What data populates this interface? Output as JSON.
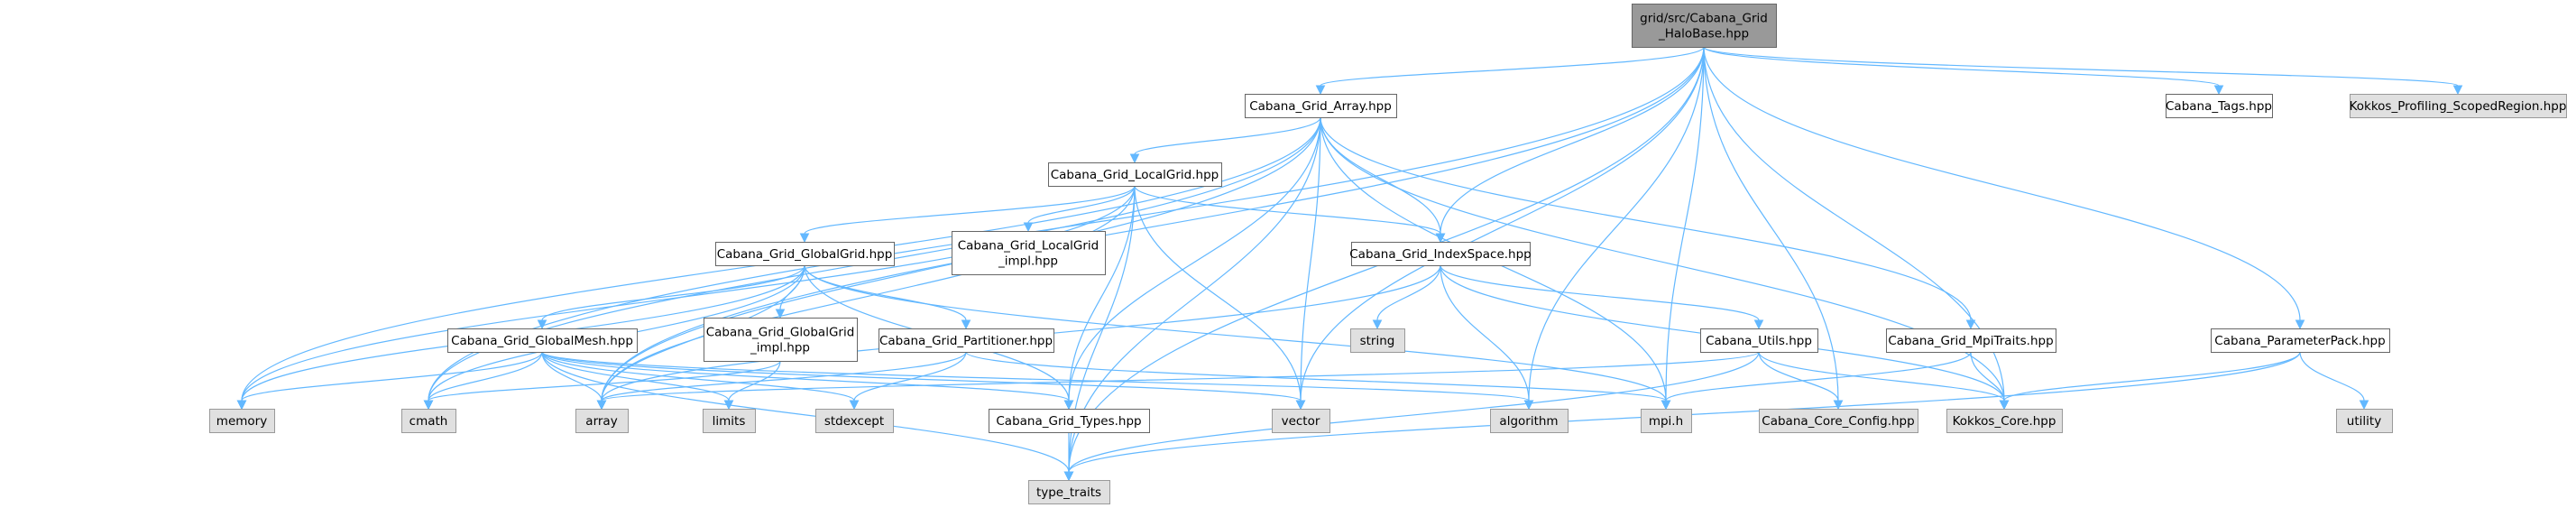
{
  "graph": {
    "colors": {
      "edge": "#63b8ff",
      "root_fill": "#999999",
      "file_fill": "#ffffff",
      "system_fill": "#e0e0e0",
      "border": "#666666",
      "system_border": "#999999"
    },
    "nodes": [
      {
        "id": "root",
        "lines": [
          "grid/src/Cabana_Grid",
          "_HaloBase.hpp"
        ],
        "style": "root"
      },
      {
        "id": "array_hpp",
        "lines": [
          "Cabana_Grid_Array.hpp"
        ],
        "style": "file"
      },
      {
        "id": "tags",
        "lines": [
          "Cabana_Tags.hpp"
        ],
        "style": "file"
      },
      {
        "id": "kokkos_prof",
        "lines": [
          "Kokkos_Profiling_ScopedRegion.hpp"
        ],
        "style": "system"
      },
      {
        "id": "localgrid",
        "lines": [
          "Cabana_Grid_LocalGrid.hpp"
        ],
        "style": "file"
      },
      {
        "id": "globalgrid",
        "lines": [
          "Cabana_Grid_GlobalGrid.hpp"
        ],
        "style": "file"
      },
      {
        "id": "localgrid_impl",
        "lines": [
          "Cabana_Grid_LocalGrid",
          "_impl.hpp"
        ],
        "style": "file"
      },
      {
        "id": "indexspace",
        "lines": [
          "Cabana_Grid_IndexSpace.hpp"
        ],
        "style": "file"
      },
      {
        "id": "globalmesh",
        "lines": [
          "Cabana_Grid_GlobalMesh.hpp"
        ],
        "style": "file"
      },
      {
        "id": "globalgrid_impl",
        "lines": [
          "Cabana_Grid_GlobalGrid",
          "_impl.hpp"
        ],
        "style": "file"
      },
      {
        "id": "partitioner",
        "lines": [
          "Cabana_Grid_Partitioner.hpp"
        ],
        "style": "file"
      },
      {
        "id": "string",
        "lines": [
          "string"
        ],
        "style": "system"
      },
      {
        "id": "utils",
        "lines": [
          "Cabana_Utils.hpp"
        ],
        "style": "file"
      },
      {
        "id": "mpitraits",
        "lines": [
          "Cabana_Grid_MpiTraits.hpp"
        ],
        "style": "file"
      },
      {
        "id": "parampack",
        "lines": [
          "Cabana_ParameterPack.hpp"
        ],
        "style": "file"
      },
      {
        "id": "types",
        "lines": [
          "Cabana_Grid_Types.hpp"
        ],
        "style": "file"
      },
      {
        "id": "memory",
        "lines": [
          "memory"
        ],
        "style": "system"
      },
      {
        "id": "cmath",
        "lines": [
          "cmath"
        ],
        "style": "system"
      },
      {
        "id": "array",
        "lines": [
          "array"
        ],
        "style": "system"
      },
      {
        "id": "limits",
        "lines": [
          "limits"
        ],
        "style": "system"
      },
      {
        "id": "stdexcept",
        "lines": [
          "stdexcept"
        ],
        "style": "system"
      },
      {
        "id": "vector",
        "lines": [
          "vector"
        ],
        "style": "system"
      },
      {
        "id": "algorithm",
        "lines": [
          "algorithm"
        ],
        "style": "system"
      },
      {
        "id": "mpi",
        "lines": [
          "mpi.h"
        ],
        "style": "system"
      },
      {
        "id": "core_config",
        "lines": [
          "Cabana_Core_Config.hpp"
        ],
        "style": "system"
      },
      {
        "id": "kokkos_core",
        "lines": [
          "Kokkos_Core.hpp"
        ],
        "style": "system"
      },
      {
        "id": "utility",
        "lines": [
          "utility"
        ],
        "style": "system"
      },
      {
        "id": "type_traits",
        "lines": [
          "type_traits"
        ],
        "style": "system"
      }
    ],
    "edges": [
      [
        "root",
        "array_hpp"
      ],
      [
        "root",
        "tags"
      ],
      [
        "root",
        "kokkos_prof"
      ],
      [
        "root",
        "indexspace"
      ],
      [
        "root",
        "parampack"
      ],
      [
        "root",
        "type_traits"
      ],
      [
        "root",
        "cmath"
      ],
      [
        "root",
        "array"
      ],
      [
        "root",
        "vector"
      ],
      [
        "root",
        "algorithm"
      ],
      [
        "root",
        "mpi"
      ],
      [
        "root",
        "kokkos_core"
      ],
      [
        "root",
        "core_config"
      ],
      [
        "array_hpp",
        "localgrid"
      ],
      [
        "array_hpp",
        "indexspace"
      ],
      [
        "array_hpp",
        "mpitraits"
      ],
      [
        "array_hpp",
        "types"
      ],
      [
        "array_hpp",
        "memory"
      ],
      [
        "array_hpp",
        "array"
      ],
      [
        "array_hpp",
        "vector"
      ],
      [
        "array_hpp",
        "mpi"
      ],
      [
        "array_hpp",
        "kokkos_core"
      ],
      [
        "array_hpp",
        "type_traits"
      ],
      [
        "array_hpp",
        "cmath"
      ],
      [
        "localgrid",
        "globalgrid"
      ],
      [
        "localgrid",
        "localgrid_impl"
      ],
      [
        "localgrid",
        "indexspace"
      ],
      [
        "localgrid",
        "types"
      ],
      [
        "localgrid",
        "memory"
      ],
      [
        "localgrid",
        "array"
      ],
      [
        "localgrid",
        "vector"
      ],
      [
        "localgrid",
        "type_traits"
      ],
      [
        "globalgrid",
        "globalmesh"
      ],
      [
        "globalgrid",
        "globalgrid_impl"
      ],
      [
        "globalgrid",
        "partitioner"
      ],
      [
        "globalgrid",
        "types"
      ],
      [
        "globalgrid",
        "memory"
      ],
      [
        "globalgrid",
        "array"
      ],
      [
        "globalgrid",
        "mpi"
      ],
      [
        "globalgrid",
        "cmath"
      ],
      [
        "globalgrid_impl",
        "cmath"
      ],
      [
        "globalgrid_impl",
        "limits"
      ],
      [
        "indexspace",
        "string"
      ],
      [
        "indexspace",
        "utils"
      ],
      [
        "indexspace",
        "array"
      ],
      [
        "indexspace",
        "algorithm"
      ],
      [
        "indexspace",
        "kokkos_core"
      ],
      [
        "globalmesh",
        "memory"
      ],
      [
        "globalmesh",
        "cmath"
      ],
      [
        "globalmesh",
        "array"
      ],
      [
        "globalmesh",
        "limits"
      ],
      [
        "globalmesh",
        "stdexcept"
      ],
      [
        "globalmesh",
        "types"
      ],
      [
        "globalmesh",
        "vector"
      ],
      [
        "globalmesh",
        "type_traits"
      ],
      [
        "globalmesh",
        "algorithm"
      ],
      [
        "partitioner",
        "stdexcept"
      ],
      [
        "partitioner",
        "array"
      ],
      [
        "partitioner",
        "mpi"
      ],
      [
        "utils",
        "core_config"
      ],
      [
        "utils",
        "kokkos_core"
      ],
      [
        "utils",
        "type_traits"
      ],
      [
        "utils",
        "array"
      ],
      [
        "mpitraits",
        "mpi"
      ],
      [
        "mpitraits",
        "kokkos_core"
      ],
      [
        "parampack",
        "utility"
      ],
      [
        "parampack",
        "kokkos_core"
      ],
      [
        "parampack",
        "type_traits"
      ],
      [
        "types",
        "type_traits"
      ]
    ]
  }
}
